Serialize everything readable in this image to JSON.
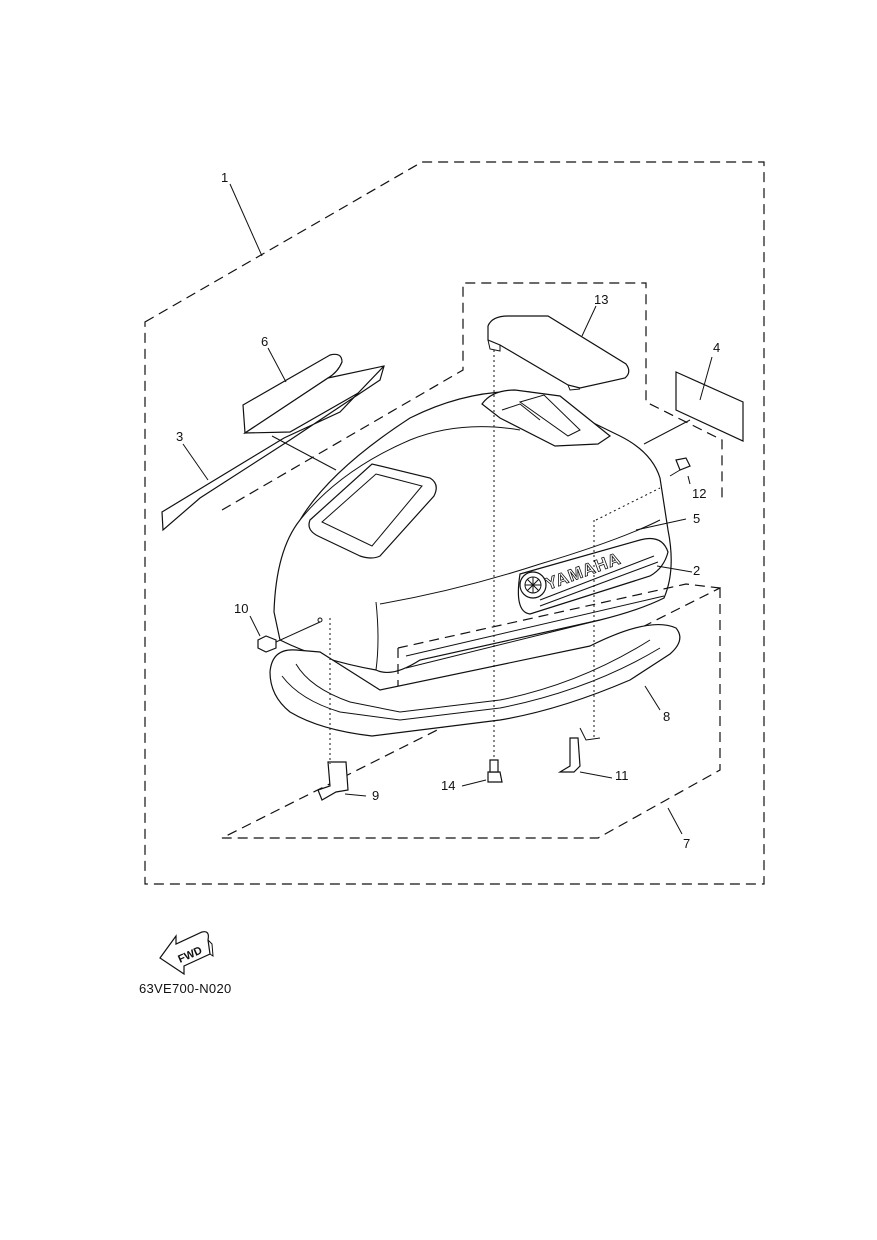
{
  "diagram": {
    "callouts": [
      {
        "id": "1",
        "label": "1"
      },
      {
        "id": "2",
        "label": "2"
      },
      {
        "id": "3",
        "label": "3"
      },
      {
        "id": "4",
        "label": "4"
      },
      {
        "id": "5",
        "label": "5"
      },
      {
        "id": "6",
        "label": "6"
      },
      {
        "id": "7",
        "label": "7"
      },
      {
        "id": "8",
        "label": "8"
      },
      {
        "id": "9",
        "label": "9"
      },
      {
        "id": "10",
        "label": "10"
      },
      {
        "id": "11",
        "label": "11"
      },
      {
        "id": "12",
        "label": "12"
      },
      {
        "id": "13",
        "label": "13"
      },
      {
        "id": "14",
        "label": "14"
      }
    ],
    "logo_text": "YAMAHA",
    "fwd_label": "FWD",
    "figure_code": "63VE700-N020"
  }
}
